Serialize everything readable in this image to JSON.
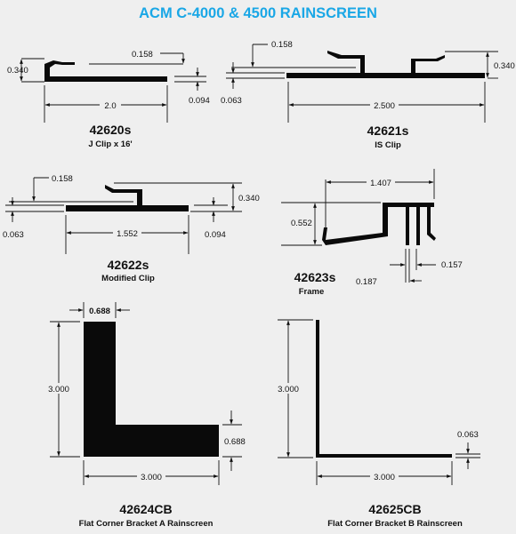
{
  "title": "ACM C-4000 & 4500 RAINSCREEN",
  "parts": [
    {
      "part_number": "42620s",
      "description": "J Clip x 16'",
      "dimensions": [
        "0.340",
        "0.158",
        "0.094",
        "2.0"
      ]
    },
    {
      "part_number": "42621s",
      "description": "IS Clip",
      "dimensions": [
        "0.158",
        "0.340",
        "0.063",
        "2.500"
      ]
    },
    {
      "part_number": "42622s",
      "description": "Modified Clip",
      "dimensions": [
        "0.158",
        "0.340",
        "0.063",
        "0.094",
        "1.552"
      ]
    },
    {
      "part_number": "42623s",
      "description": "Frame",
      "dimensions": [
        "1.407",
        "0.552",
        "0.187",
        "0.157"
      ]
    },
    {
      "part_number": "42624CB",
      "description": "Flat Corner Bracket A Rainscreen",
      "dimensions": [
        "0.688",
        "3.000",
        "0.688",
        "3.000"
      ]
    },
    {
      "part_number": "42625CB",
      "description": "Flat Corner Bracket B Rainscreen",
      "dimensions": [
        "3.000",
        "0.063",
        "3.000"
      ]
    }
  ]
}
